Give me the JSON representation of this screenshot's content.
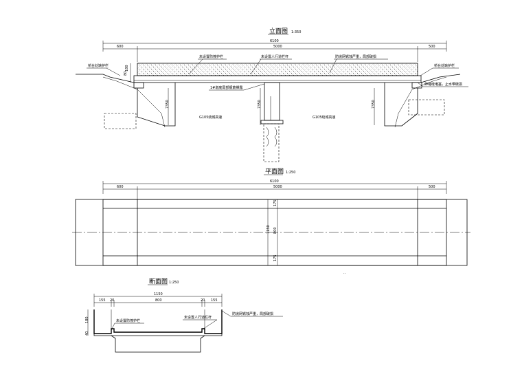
{
  "elevation": {
    "title": "立面图",
    "scale": "1:350",
    "total": "6100",
    "dim_left": "600",
    "dim_mid": "5000",
    "dim_right": "500",
    "dim_small_a": "80",
    "dim_small_b": "180",
    "pier_dim": "7350",
    "labels": {
      "left_abutment": "桥台处缺护栏",
      "guardrail": "未设置防撞护栏",
      "pedestrian": "未设置人行道栏杆",
      "net": "防抛网锈蚀严重，局部破损",
      "right_abutment": "桥台处缺护栏",
      "expansion": "伸缩缝堵塞，止水带破损",
      "bearing": "1#墩底局部钢筋裸露",
      "road_left": "G105绕城高速",
      "road_right": "G105绕城高速"
    }
  },
  "plan": {
    "title": "平面图",
    "scale": "1:250",
    "total": "6100",
    "dim_left": "600",
    "dim_mid": "5000",
    "dim_right": "500",
    "width_total": "1150",
    "width_mid": "800",
    "width_top": "175",
    "width_bot": "175",
    "mark": ".."
  },
  "section": {
    "title": "断面图",
    "scale": "1:250",
    "total": "1150",
    "d155a": "155",
    "d20a": "20",
    "d800": "800",
    "d20b": "20",
    "d155b": "155",
    "h180": "180",
    "h40": "40",
    "labels": {
      "guardrail": "未设置防撞护栏",
      "pedestrian": "未设置人行道栏杆",
      "net": "防抛网锈蚀严重，局部破损"
    }
  }
}
